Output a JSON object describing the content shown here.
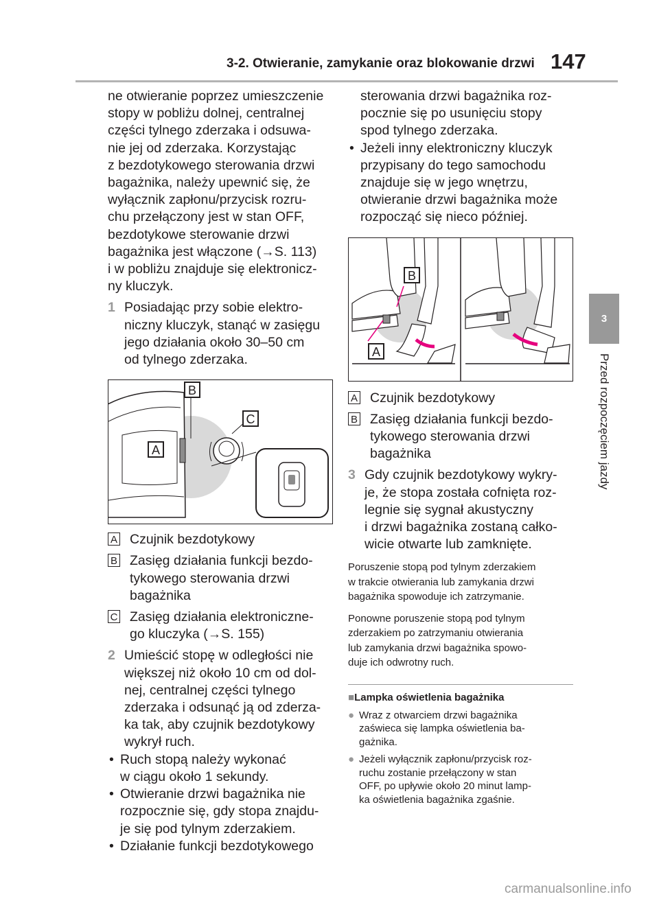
{
  "header": {
    "section_title": "3-2. Otwieranie, zamykanie oraz blokowanie drzwi",
    "page_number": "147"
  },
  "side": {
    "chapter_number": "3",
    "chapter_title": "Przed rozpoczęciem jazdy"
  },
  "col1": {
    "intro": [
      "ne otwieranie poprzez umieszczenie",
      "stopy w pobliżu dolnej, centralnej",
      "części tylnego zderzaka i odsuwa-",
      "nie jej od zderzaka. Korzystając",
      "z bezdotykowego sterowania drzwi",
      "bagażnika, należy upewnić się, że",
      "wyłącznik zapłonu/przycisk rozru-",
      "chu przełączony jest w stan OFF,",
      "bezdotykowe sterowanie drzwi",
      "bagażnika jest włączone (→S. 113)",
      "i w pobliżu znajduje się elektronicz-",
      "ny kluczyk."
    ],
    "step1": {
      "num": "1",
      "lines": [
        "Posiadając przy sobie elektro-",
        "niczny kluczyk, stanąć w zasięgu",
        "jego działania około 30–50 cm",
        "od tylnego zderzaka."
      ]
    },
    "figure": {
      "label_a": "A",
      "label_b": "B",
      "label_c": "C"
    },
    "legend": [
      {
        "key": "A",
        "lines": [
          "Czujnik bezdotykowy"
        ]
      },
      {
        "key": "B",
        "lines": [
          "Zasięg działania funkcji bezdo-",
          "tykowego sterowania drzwi",
          "bagażnika"
        ]
      },
      {
        "key": "C",
        "lines": [
          "Zasięg działania elektroniczne-",
          "go kluczyka (→S. 155)"
        ]
      }
    ],
    "step2": {
      "num": "2",
      "lines": [
        "Umieścić stopę w odległości nie",
        "większej niż około 10 cm od dol-",
        "nej, centralnej części tylnego",
        "zderzaka i odsunąć ją od zderza-",
        "ka tak, aby czujnik bezdotykowy",
        "wykrył ruch."
      ]
    },
    "bullets": [
      {
        "lines": [
          "Ruch stopą należy wykonać",
          "w ciągu około 1 sekundy."
        ]
      },
      {
        "lines": [
          "Otwieranie drzwi bagażnika nie",
          "rozpocznie się, gdy stopa znajdu-",
          "je się pod tylnym zderzakiem."
        ]
      },
      {
        "lines": [
          "Działanie funkcji bezdotykowego"
        ]
      }
    ]
  },
  "col2": {
    "cont": [
      "sterowania drzwi bagażnika roz-",
      "pocznie się po usunięciu stopy",
      "spod tylnego zderzaka."
    ],
    "bullet": [
      "Jeżeli inny elektroniczny kluczyk",
      "przypisany do tego samochodu",
      "znajduje się w jego wnętrzu,",
      "otwieranie drzwi bagażnika może",
      "rozpocząć się nieco później."
    ],
    "figure": {
      "label_a": "A",
      "label_b": "B"
    },
    "legend": [
      {
        "key": "A",
        "lines": [
          "Czujnik bezdotykowy"
        ]
      },
      {
        "key": "B",
        "lines": [
          "Zasięg działania funkcji bezdo-",
          "tykowego sterowania drzwi",
          "bagażnika"
        ]
      }
    ],
    "step3": {
      "num": "3",
      "lines": [
        "Gdy czujnik bezdotykowy wykry-",
        "je, że stopa została cofnięta roz-",
        "legnie się sygnał akustyczny",
        "i drzwi bagażnika zostaną całko-",
        "wicie otwarte lub zamknięte."
      ]
    },
    "note1": [
      "Poruszenie stopą pod tylnym zderzakiem",
      "w trakcie otwierania lub zamykania drzwi",
      "bagażnika spowoduje ich zatrzymanie."
    ],
    "note2": [
      "Ponowne poruszenie stopą pod tylnym",
      "zderzakiem po zatrzymaniu otwierania",
      "lub zamykania drzwi bagażnika spowo-",
      "duje ich odwrotny ruch."
    ],
    "subhead": {
      "marker": "■",
      "title": "Lampka oświetlenia bagażnika"
    },
    "circle_bullets": [
      {
        "lines": [
          "Wraz z otwarciem drzwi bagażnika",
          "zaświeca się lampka oświetlenia ba-",
          "gażnika."
        ]
      },
      {
        "lines": [
          "Jeżeli wyłącznik zapłonu/przycisk roz-",
          "ruchu zostanie przełączony w stan",
          "OFF, po upływie około 20 minut lamp-",
          "ka oświetlenia bagażnika zgaśnie."
        ]
      }
    ]
  },
  "watermark": "carmanualsonline.info"
}
